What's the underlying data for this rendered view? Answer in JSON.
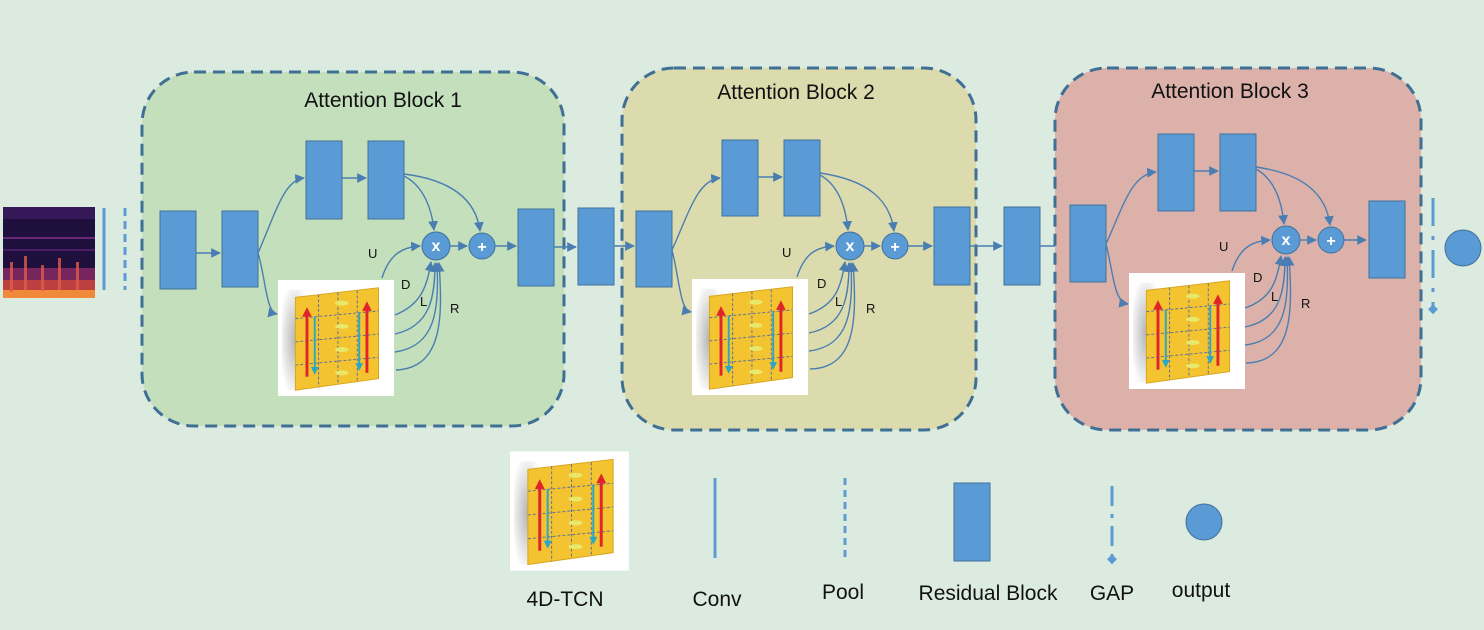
{
  "blocks": [
    {
      "title": "Attention Block 1",
      "fill": "#c3dfbb"
    },
    {
      "title": "Attention Block 2",
      "fill": "#dcdbad"
    },
    {
      "title": "Attention Block 3",
      "fill": "#dcb1aa"
    }
  ],
  "direction_labels": {
    "up": "U",
    "down": "D",
    "left": "L",
    "right": "R"
  },
  "operators": {
    "multiply": "x",
    "add": "+"
  },
  "legend": {
    "tcn": "4D-TCN",
    "conv": "Conv",
    "pool": "Pool",
    "residual": "Residual Block",
    "gap": "GAP",
    "output": "output"
  },
  "colors": {
    "background": "#dcebe0",
    "box_fill": "#5b9bd5",
    "box_stroke": "#41719c",
    "arrow": "#4a7eb2",
    "border_dash": "#3f6f94",
    "tcn_panel": "#f4c430",
    "red_arrow": "#e0242a",
    "teal_arrow": "#2ba6c6"
  }
}
